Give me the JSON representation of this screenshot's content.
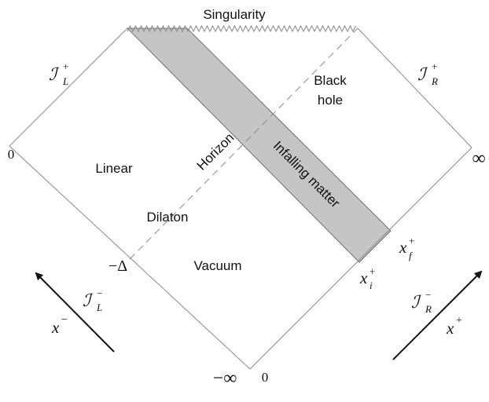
{
  "labels": {
    "singularity": "Singularity",
    "black_hole_line1": "Black",
    "black_hole_line2": "hole",
    "linear": "Linear",
    "dilaton": "Dilaton",
    "vacuum": "Vacuum",
    "horizon": "Horizon",
    "infalling_matter": "Infalling matter",
    "zero_left": "0",
    "zero_bottom": "0",
    "infinity_right": "∞",
    "minus_infinity": "−∞",
    "minus_delta": "−Δ",
    "scri": "ℐ",
    "plus": "+",
    "minus": "−",
    "sub_L": "L",
    "sub_R": "R",
    "x": "x",
    "sub_i": "i",
    "sub_f": "f"
  },
  "colors": {
    "line": "#8a8a8a",
    "matter_fill": "#c3c6c4",
    "matter_edge": "#555555",
    "text": "#111111"
  }
}
